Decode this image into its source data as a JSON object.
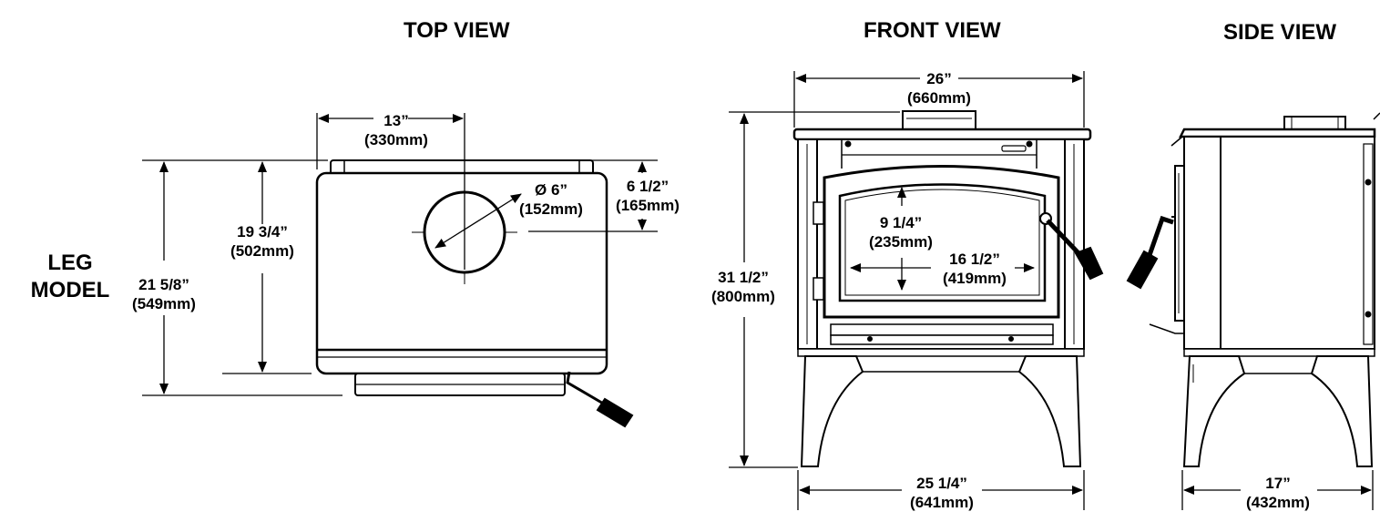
{
  "model_label": [
    "LEG",
    "MODEL"
  ],
  "views": {
    "top": {
      "title": "TOP VIEW",
      "dims": {
        "width": [
          "13”",
          "(330mm)"
        ],
        "flue_diameter": [
          "Ø 6”",
          "(152mm)"
        ],
        "flue_offset": [
          "6 1/2”",
          "(165mm)"
        ],
        "depth_inner": [
          "19 3/4”",
          "(502mm)"
        ],
        "depth_overall": [
          "21 5/8”",
          "(549mm)"
        ]
      }
    },
    "front": {
      "title": "FRONT VIEW",
      "dims": {
        "width_top": [
          "26”",
          "(660mm)"
        ],
        "height": [
          "31 1/2”",
          "(800mm)"
        ],
        "glass_height": [
          "9 1/4”",
          "(235mm)"
        ],
        "glass_width": [
          "16 1/2”",
          "(419mm)"
        ],
        "width_base": [
          "25 1/4”",
          "(641mm)"
        ]
      }
    },
    "side": {
      "title": "SIDE VIEW",
      "dims": {
        "depth_base": [
          "17”",
          "(432mm)"
        ]
      }
    }
  }
}
